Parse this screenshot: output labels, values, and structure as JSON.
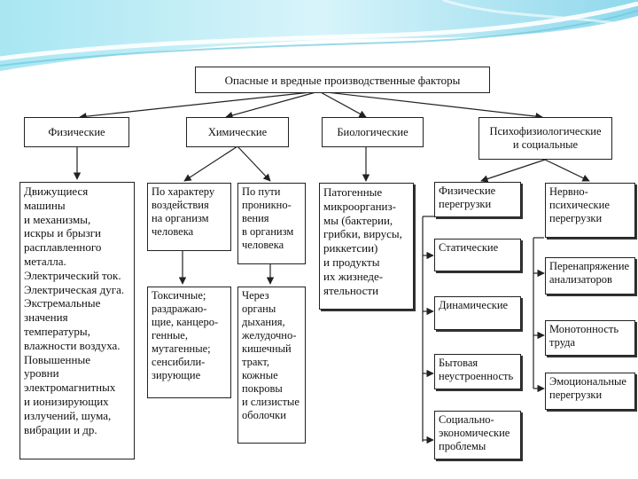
{
  "root": "Опасные и вредные производственные факторы",
  "categories": {
    "physical": "Физические",
    "chemical": "Химические",
    "biological": "Биологические",
    "psycho": "Психофизиологические\nи социальные"
  },
  "physical_detail": "Движущиеся\nмашины\nи механизмы,\nискры и брызги\nрасплавленного\nметалла.\nЭлектрический ток.\nЭлектрическая дуга.\nЭкстремальные\nзначения\nтемпературы,\nвлажности воздуха.\nПовышенные\nуровни\nэлектромагнитных\nи ионизирующих\nизлучений, шума,\nвибрации и др.",
  "chemical": {
    "by_character": "По характеру\nвоздействия\nна организм\nчеловека",
    "by_path": "По пути\nпроникно-\nвения\nв организм\nчеловека",
    "character_types": "Токсичные;\nраздражаю-\nщие, канцеро-\nгенные,\nмутагенные;\nсенсибили-\nзирующие",
    "path_types": "Через\nорганы\nдыхания,\nжелудочно-\nкишечный\nтракт,\nкожные\nпокровы\nи слизистые\nоболочки"
  },
  "biological_detail": "Патогенные\nмикроорганиз-\nмы (бактерии,\nгрибки, вирусы,\nриккетсии)\nи продукты\nих жизнеде-\nятельности",
  "psycho": {
    "physical_overload": "Физические\nперегрузки",
    "neuro_overload": "Нервно-\nпсихические\nперегрузки",
    "static": "Статические",
    "dynamic": "Динамические",
    "domestic": "Бытовая\nнеустроенность",
    "socio": "Социально-\nэкономические\nпроблемы",
    "analyzer": "Перенапряжение\nанализаторов",
    "monotony": "Монотонность\nтруда",
    "emotional": "Эмоциональные\nперегрузки"
  }
}
